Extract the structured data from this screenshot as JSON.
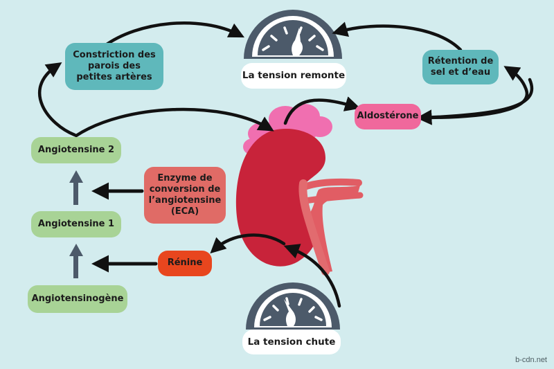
{
  "gauges": {
    "top_label": "La tension remonte",
    "bottom_label": "La tension chute"
  },
  "nodes": {
    "constriction": "Constriction des parois des petites artères",
    "retention": "Rétention de sel et d’eau",
    "aldosterone": "Aldostérone",
    "angiotensine2": "Angiotensine 2",
    "eca": "Enzyme de conversion de l’angiotensine (ECA)",
    "angiotensine1": "Angiotensine 1",
    "renine": "Rénine",
    "angiotensinogene": "Angiotensinogène"
  },
  "watermark": "b-cdn.net",
  "colors": {
    "background": "#d3ecee",
    "green": "#a8d396",
    "teal": "#5fb8bb",
    "red": "#e06b66",
    "orange": "#e8461e",
    "pink": "#f0689c",
    "kidney": "#c8233a",
    "gauge": "#4c5a6a"
  },
  "icons": [
    "gauge-icon",
    "kidney-icon",
    "adrenal-gland-icon"
  ]
}
